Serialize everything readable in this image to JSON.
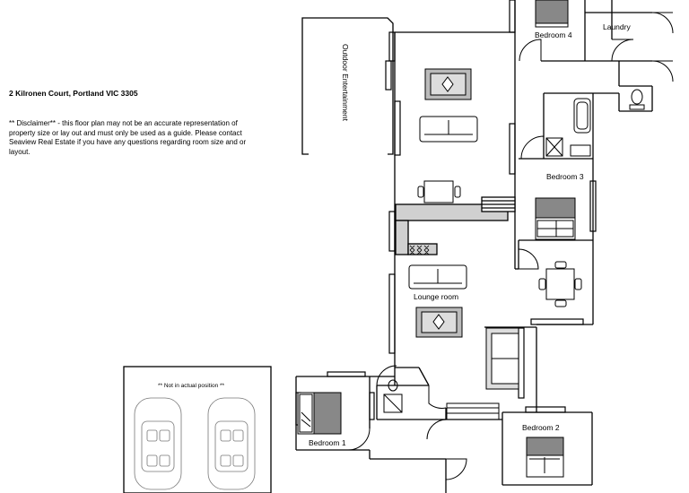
{
  "header": {
    "address": "2 Kilronen Court, Portland VIC 3305",
    "disclaimer": "** Disclaimer** - this floor plan may not be an accurate representation of property size or lay out  and must only be used as a guide. Please contact Seaview Real Estate if you have any questions regarding room size and or layout."
  },
  "rooms": {
    "outdoor": "Outdoor Entertainment",
    "bedroom4": "Bedroom 4",
    "laundry": "Laundry",
    "bedroom3": "Bedroom 3",
    "lounge": "Lounge room",
    "bedroom1": "Bedroom 1",
    "bedroom2": "Bedroom 2"
  },
  "garage": {
    "note": "** Not in actual position **"
  }
}
